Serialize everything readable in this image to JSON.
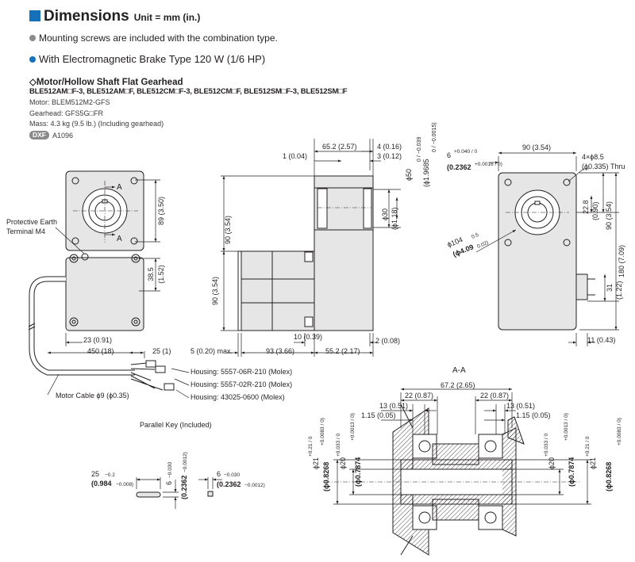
{
  "header": {
    "title": "Dimensions",
    "unit": "Unit = mm (in.)",
    "note": "Mounting screws are included with the combination type.",
    "section": "With Electromagnetic Brake Type 120 W (1/6 HP)",
    "subsection": "◇Motor/Hollow Shaft Flat Gearhead",
    "models": "BLE512AM□F-3, BLE512AM□F, BLE512CM□F-3, BLE512CM□F, BLE512SM□F-3, BLE512SM□F",
    "motor": "Motor: BLEM512M2-GFS",
    "gearhead": "Gearhead: GFS5G□FR",
    "mass": "Mass: 4.3 kg (9.5 lb.) (Including gearhead)",
    "dxf_badge": "DXF",
    "dxf_code": "A1096"
  },
  "colors": {
    "accent": "#1572b8",
    "bullet_grey": "#8a8a8a",
    "part_fill": "#e6e6e6",
    "line": "#231f20"
  },
  "front_view": {
    "pe_label_1": "Protective Earth",
    "pe_label_2": "Terminal M4",
    "a_mark": "A",
    "dim_89": "89 (3.50)",
    "dim_38_5": "38.5",
    "dim_38_5_in": "(1.52)",
    "dim_23": "23 (0.91)",
    "dim_450": "450 (18)",
    "dim_25": "25 (1)",
    "housing_1": "Housing: 5557-06R-210 (Molex)",
    "housing_2": "Housing: 5557-02R-210 (Molex)",
    "housing_3": "Housing: 43025-0600 (Molex)",
    "motor_cable": "Motor Cable ϕ9 (ϕ0.35)"
  },
  "side_view": {
    "dim_65_2": "65.2 (2.57)",
    "dim_4": "4 (0.16)",
    "dim_3": "3 (0.12)",
    "dim_1": "1 (0.04)",
    "dim_phi50": "ϕ50",
    "dim_phi50_tol": "0 / −0.039",
    "dim_phi50_in": "(ϕ1.9685",
    "dim_phi50_in_tol": "0 / −0.0015)",
    "dim_phi30": "ϕ30",
    "dim_phi30_in": "(ϕ1.18)",
    "dim_90_top": "90 (3.54)",
    "dim_90_bot": "90 (3.54)",
    "dim_10": "10 (0.39)",
    "dim_5": "5 (0.20) max.",
    "dim_93": "93 (3.66)",
    "dim_55_2": "55.2 (2.17)",
    "dim_2": "2 (0.08)"
  },
  "gear_view": {
    "dim_6": "6",
    "dim_6_tol": "+0.040 / 0",
    "dim_6_in": "(0.2362",
    "dim_6_in_tol": "+0.0016 / 0)",
    "dim_90": "90 (3.54)",
    "dim_holes": "4×ϕ8.5",
    "dim_holes_in": "(ϕ0.335) Thru",
    "dim_22_8": "22.8",
    "dim_22_8_in": "(0.90)",
    "dim_90_v": "90 (3.54)",
    "dim_180": "180 (7.09)",
    "dim_phi104": "ϕ104",
    "dim_phi104_tol": "0.5",
    "dim_phi104_in": "(ϕ4.09",
    "dim_phi104_in_tol": "0.02)",
    "dim_31": "31",
    "dim_31_in": "(1.22)",
    "dim_11": "11 (0.43)"
  },
  "section_aa": {
    "title": "A-A",
    "dim_67_2": "67.2 (2.65)",
    "dim_22_l": "22 (0.87)",
    "dim_22_r": "22 (0.87)",
    "dim_13_l": "13 (0.51)",
    "dim_13_r": "13 (0.51)",
    "dim_1_15_l": "1.15 (0.05)",
    "dim_1_15_r": "1.15 (0.05)",
    "dim_phi21": "ϕ21",
    "dim_phi21_tol": "+0.21 / 0",
    "dim_phi0_8268": "(ϕ0.8268",
    "dim_phi0_8268_tol": "+0.0083 / 0)",
    "dim_phi20": "ϕ20",
    "dim_phi20_tol": "+0.033 / 0",
    "dim_phi0_7874": "(ϕ0.7874",
    "dim_phi0_7874_tol": "+0.0013 / 0)"
  },
  "parallel_key": {
    "title": "Parallel Key (Included)",
    "dim_25": "25",
    "dim_25_tol": "−0.2",
    "dim_25_in": "(0.984",
    "dim_25_in_tol": "−0.008)",
    "dim_6": "6",
    "dim_6_tol": "−0.030",
    "dim_6_in": "(0.2362",
    "dim_6_in_tol": "−0.0012)",
    "dim_6b": "6",
    "dim_6b_tol": "−0.030",
    "dim_6b_in": "(0.2362",
    "dim_6b_in_tol": "−0.0012)"
  }
}
